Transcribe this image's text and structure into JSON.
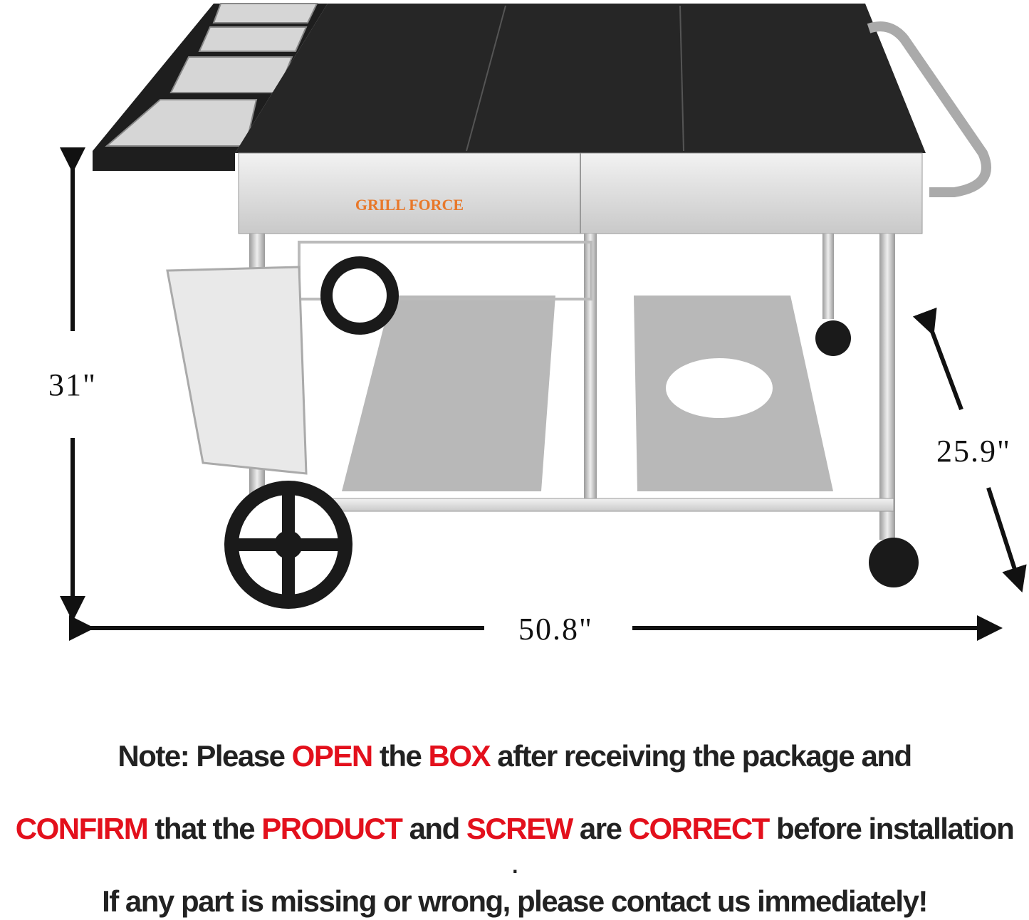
{
  "product": {
    "brand_logo": "GRILL FORCE",
    "brand_color": "#e8782a"
  },
  "dimensions": {
    "height": "31\"",
    "depth": "25.9\"",
    "width": "50.8\""
  },
  "note": {
    "line1": [
      {
        "text": "Note: Please ",
        "highlight": false
      },
      {
        "text": "OPEN",
        "highlight": true
      },
      {
        "text": " the ",
        "highlight": false
      },
      {
        "text": "BOX",
        "highlight": true
      },
      {
        "text": " after receiving the package and",
        "highlight": false
      }
    ],
    "line2": [
      {
        "text": "CONFIRM",
        "highlight": true
      },
      {
        "text": " that the ",
        "highlight": false
      },
      {
        "text": "PRODUCT",
        "highlight": true
      },
      {
        "text": " and ",
        "highlight": false
      },
      {
        "text": "SCREW",
        "highlight": true
      },
      {
        "text": " are ",
        "highlight": false
      },
      {
        "text": "CORRECT",
        "highlight": true
      },
      {
        "text": " before installation",
        "highlight": false
      }
    ],
    "period": ".",
    "line3": "If any part is missing or wrong, please contact us immediately!",
    "highlight_color": "#e3101c",
    "text_color": "#222222"
  }
}
